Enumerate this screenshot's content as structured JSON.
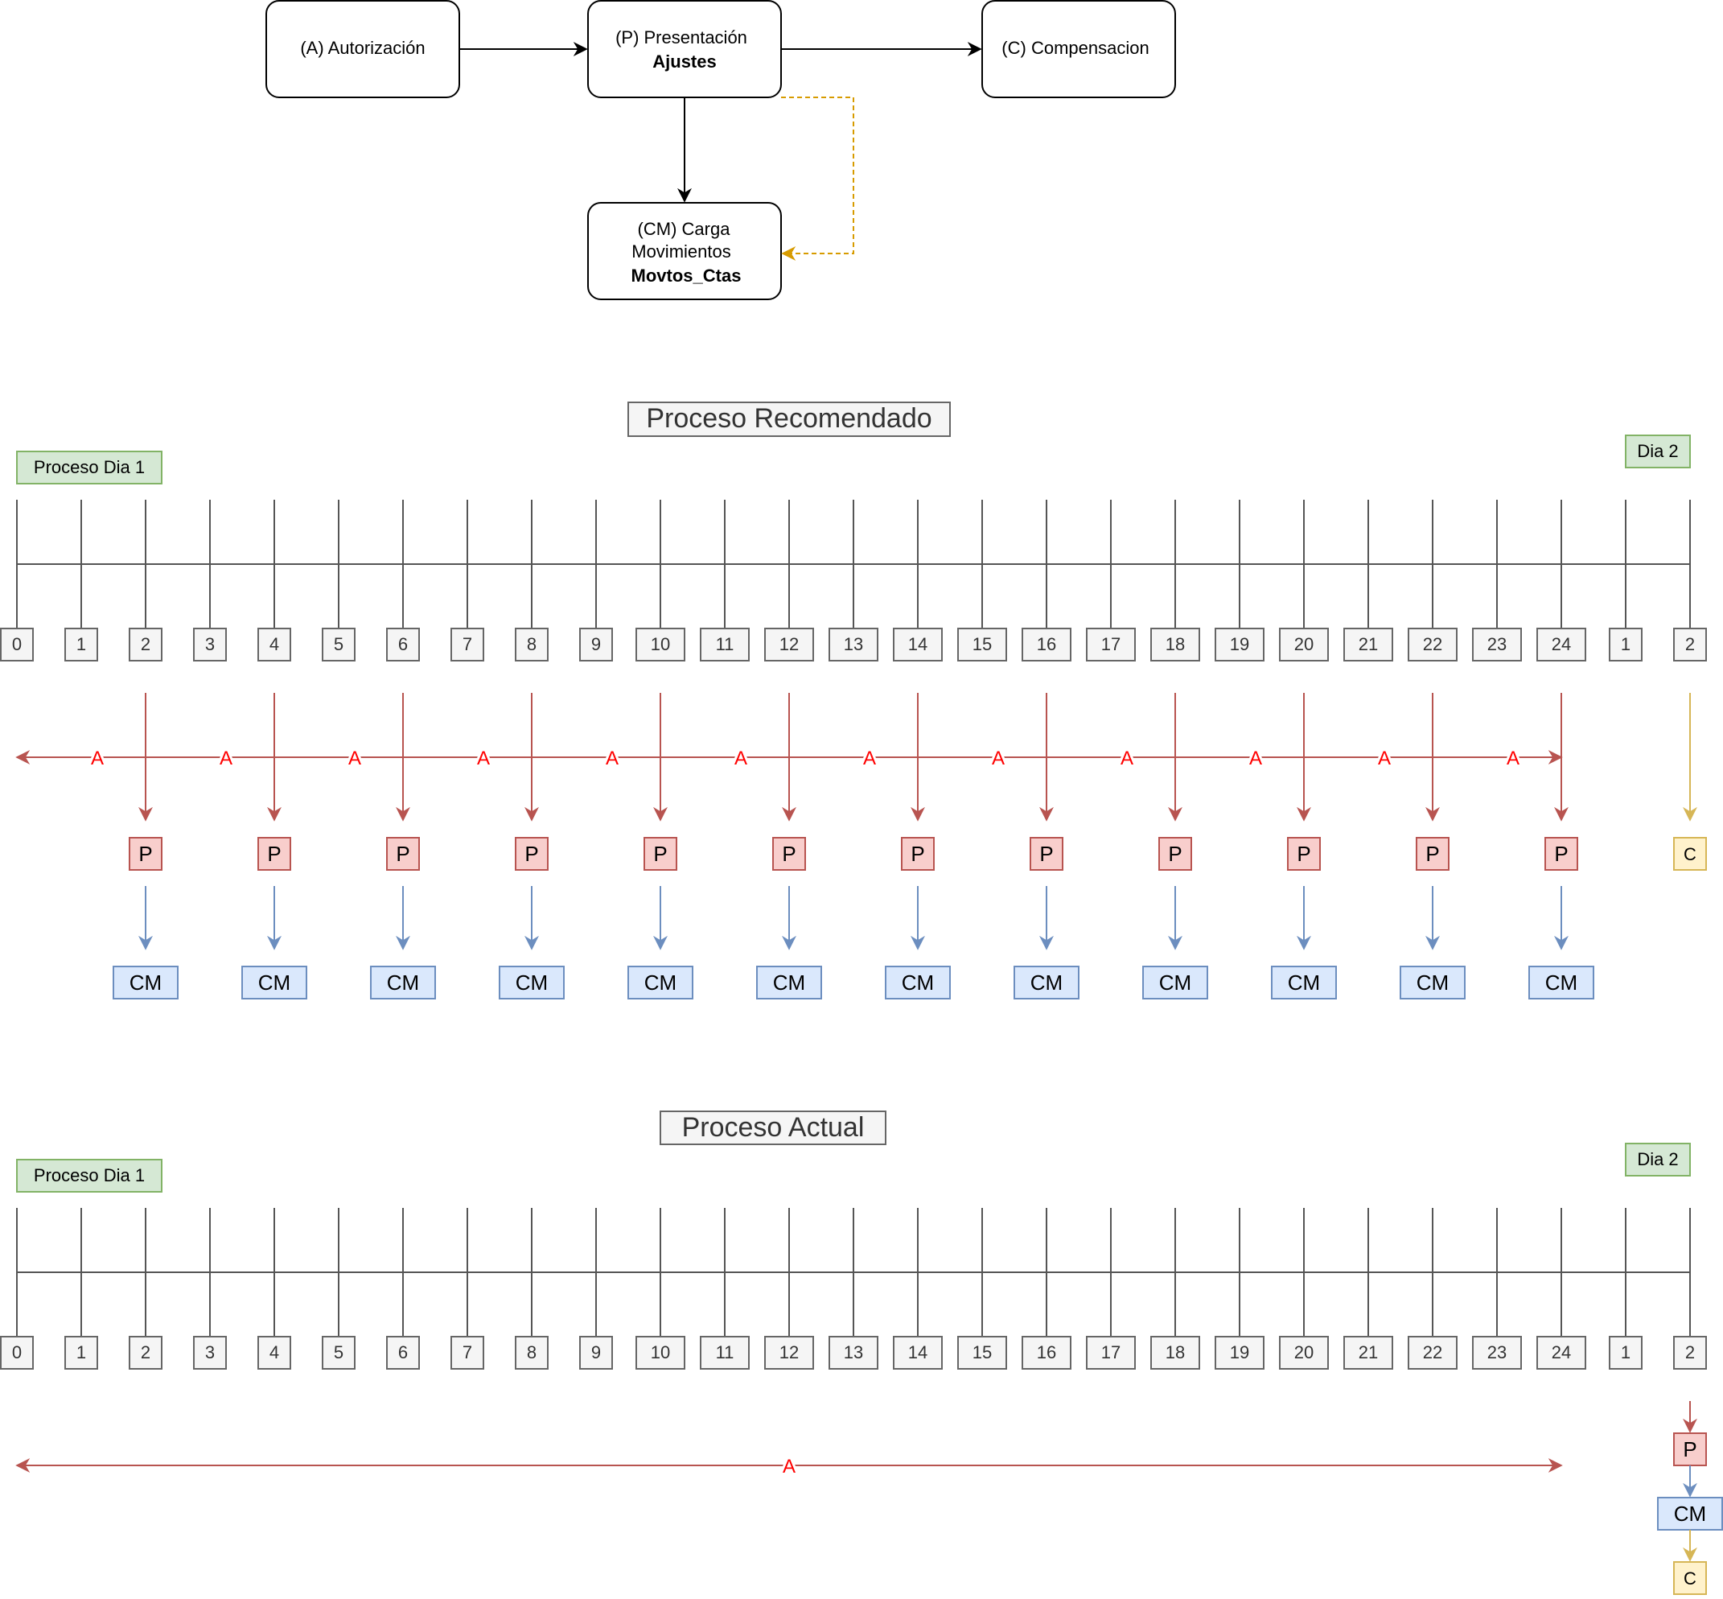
{
  "flow": {
    "autorizacion": "(A) Autorización",
    "presentacion_line1": "(P) Presentación",
    "presentacion_line2": "Ajustes",
    "compensacion": "(C) Compensacion",
    "carga_line1": "(CM) Carga",
    "carga_line2": "Movimientos",
    "carga_line3": "Movtos_Ctas"
  },
  "sections": [
    {
      "title": "Proceso Recomendado",
      "day1_label": "Proceso Dia 1",
      "day2_label": "Dia 2",
      "ticks": [
        "0",
        "1",
        "2",
        "3",
        "4",
        "5",
        "6",
        "7",
        "8",
        "9",
        "10",
        "11",
        "12",
        "13",
        "14",
        "15",
        "16",
        "17",
        "18",
        "19",
        "20",
        "21",
        "22",
        "23",
        "24",
        "1",
        "2"
      ],
      "auth_label": "A",
      "p_label": "P",
      "cm_label": "CM",
      "c_label": "C",
      "p_hours": [
        2,
        4,
        6,
        8,
        10,
        12,
        14,
        16,
        18,
        20,
        22,
        24
      ]
    },
    {
      "title": "Proceso Actual",
      "day1_label": "Proceso Dia 1",
      "day2_label": "Dia 2",
      "ticks": [
        "0",
        "1",
        "2",
        "3",
        "4",
        "5",
        "6",
        "7",
        "8",
        "9",
        "10",
        "11",
        "12",
        "13",
        "14",
        "15",
        "16",
        "17",
        "18",
        "19",
        "20",
        "21",
        "22",
        "23",
        "24",
        "1",
        "2"
      ],
      "auth_label": "A",
      "p_label": "P",
      "cm_label": "CM",
      "c_label": "C"
    }
  ],
  "colors": {
    "auth": "#b85450",
    "auth_text": "#ff0000",
    "p_fill": "#f8cecc",
    "p_stroke": "#b85450",
    "cm_fill": "#dae8fc",
    "cm_stroke": "#6c8ebf",
    "c_fill": "#fff2cc",
    "c_stroke": "#d6b656",
    "green_fill": "#d5e8d4",
    "green_stroke": "#82b366",
    "tick_fill": "#f5f5f5",
    "tick_stroke": "#666666",
    "dashed": "#d79b00"
  }
}
